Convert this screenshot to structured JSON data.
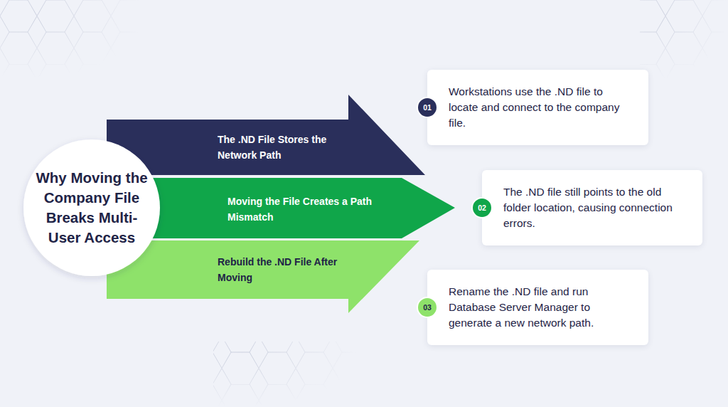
{
  "diagram": {
    "title": "Why Moving the Company File Breaks Multi-User Access",
    "nodes": [
      {
        "text": [
          "The .ND File Stores the Network Path"
        ]
      },
      {
        "text": [
          "Moving the File Creates a Path Mismatch"
        ]
      },
      {
        "text": [
          "Rebuild the .ND File After Moving"
        ]
      },
      {
        "text": [
          "Workstations use the .ND file to locate and connect to the company file."
        ]
      },
      {
        "text": [
          "01"
        ],
        "in": 3
      },
      {
        "text": [
          "The .ND file still points to the old folder location, causing connection errors."
        ]
      },
      {
        "text": [
          "02"
        ],
        "in": 5
      },
      {
        "text": [
          "Rename the .ND file and run Database Server Manager to generate a new network path."
        ]
      },
      {
        "text": [
          "03"
        ],
        "in": 7
      }
    ]
  }
}
